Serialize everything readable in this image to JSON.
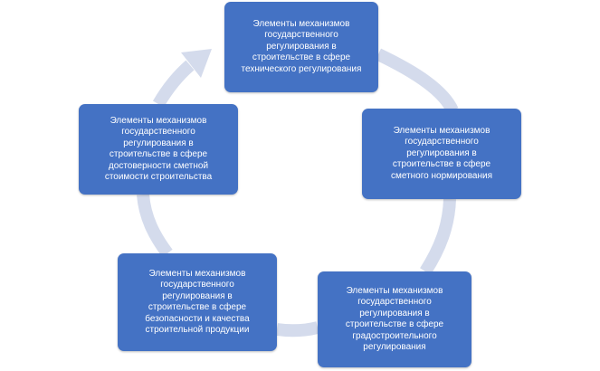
{
  "diagram": {
    "type": "cycle",
    "colors": {
      "node_fill": "#4472c4",
      "node_text": "#ffffff",
      "ring": "#d4dbec"
    },
    "nodes": [
      {
        "id": "technical",
        "text": "Элементы механизмов\nгосударственного\nрегулирования  в\nстроительстве  в сфере\nтехнического регулирования"
      },
      {
        "id": "estimate",
        "text": "Элементы механизмов\nгосударственного\nрегулирования в\nстроительстве  в сфере\nсметного нормирования"
      },
      {
        "id": "urban",
        "text": "Элементы механизмов\nгосударственного\nрегулирования в\nстроительстве  в сфере\nградостроительного\nрегулирования"
      },
      {
        "id": "safety",
        "text": "Элементы механизмов\nгосударственного\nрегулирования в\nстроительстве  в сфере\nбезопасности и качества\nстроительной продукции"
      },
      {
        "id": "cost",
        "text": "Элементы механизмов\nгосударственного\nрегулирования в\nстроительстве  в сфере\nдостоверности сметной\nстоимости строительства"
      }
    ]
  }
}
